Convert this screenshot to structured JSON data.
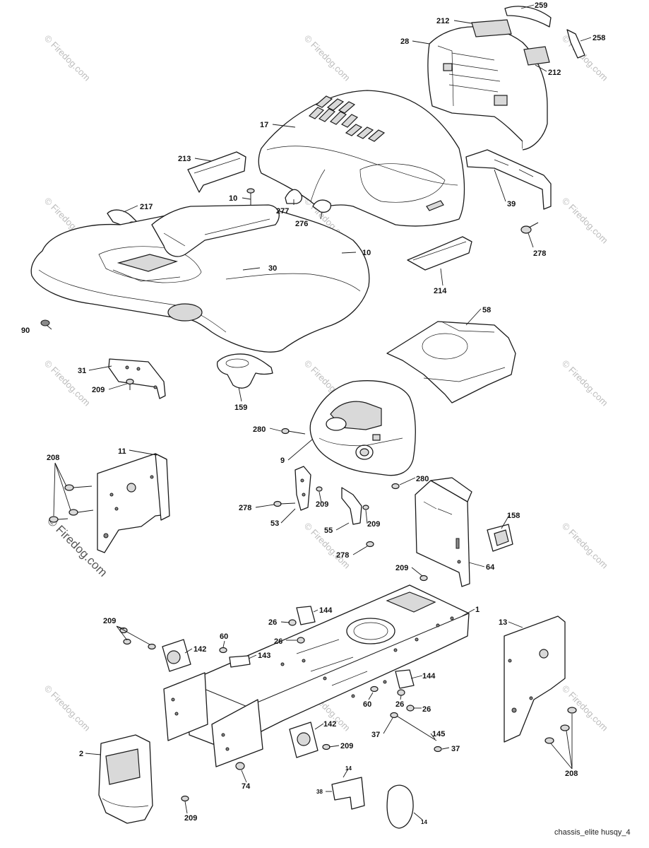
{
  "watermark": {
    "text": "© Firedog.com"
  },
  "caption": "chassis_elite husqy_4",
  "callouts": {
    "p259": "259",
    "p212a": "212",
    "p258": "258",
    "p28": "28",
    "p212b": "212",
    "p17": "17",
    "p213": "213",
    "p10a": "10",
    "p217": "217",
    "p277": "277",
    "p276": "276",
    "p39": "39",
    "p10b": "10",
    "p30": "30",
    "p278a": "278",
    "p214": "214",
    "p90": "90",
    "p58": "58",
    "p31": "31",
    "p209a": "209",
    "p159": "159",
    "p280a": "280",
    "p208a": "208",
    "p11": "11",
    "p9": "9",
    "p280b": "280",
    "p158": "158",
    "p278b": "278",
    "p209b": "209",
    "p53": "53",
    "p55": "55",
    "p209c": "209",
    "p278c": "278",
    "p209d": "209",
    "p64": "64",
    "p144a": "144",
    "p1": "1",
    "p209e": "209",
    "p13": "13",
    "p26a": "26",
    "p60a": "60",
    "p142a": "142",
    "p26b": "26",
    "p143": "143",
    "p144b": "144",
    "p60b": "60",
    "p26c": "26",
    "p26d": "26",
    "p142b": "142",
    "p145": "145",
    "p37a": "37",
    "p209f": "209",
    "p37b": "37",
    "p2": "2",
    "p74": "74",
    "p208b": "208",
    "p14a": "14",
    "p38": "38",
    "p209g": "209",
    "p14b": "14"
  }
}
